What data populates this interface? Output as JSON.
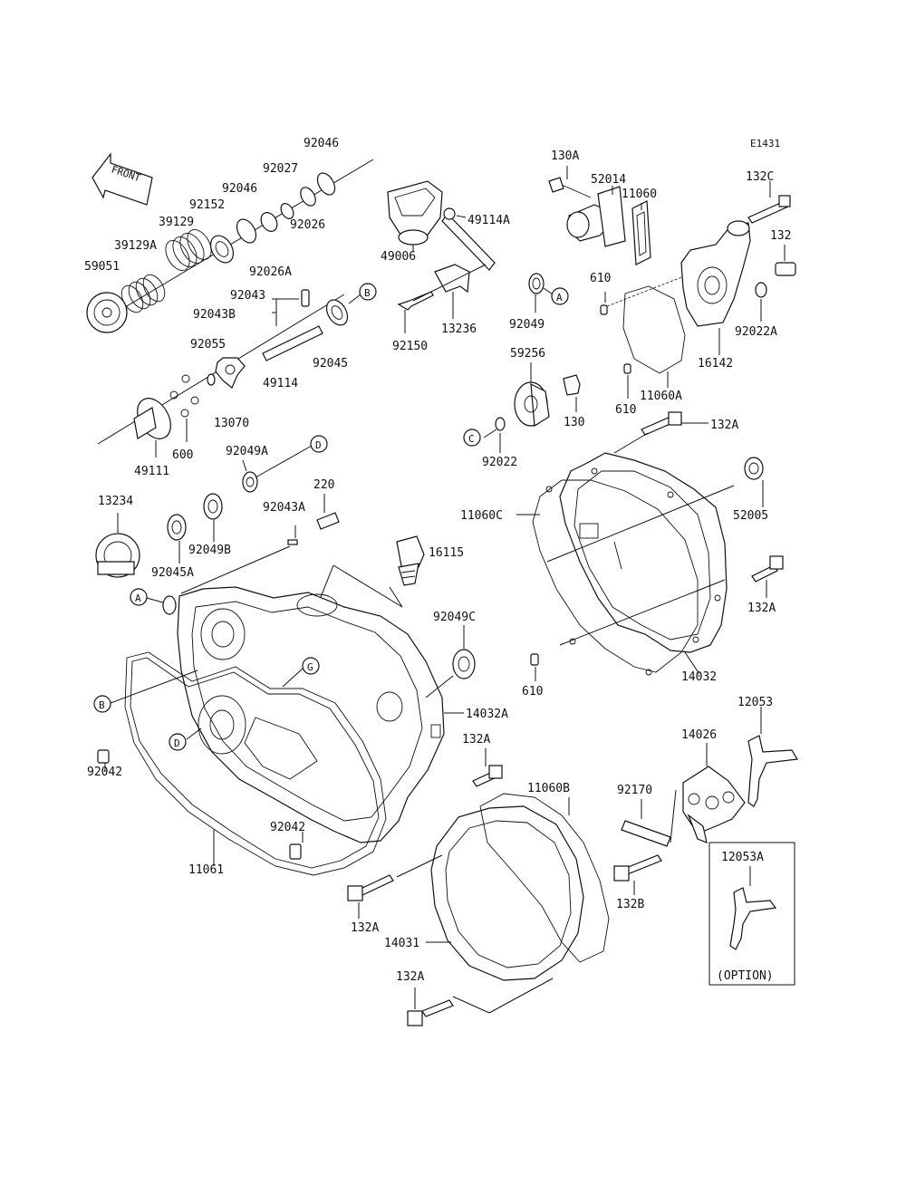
{
  "diagram_code": "E1431",
  "front_label": "FRONT",
  "callouts": [
    "A",
    "B",
    "C",
    "D",
    "G"
  ],
  "option_label": "(OPTION)",
  "part_labels": [
    "92046",
    "92027",
    "92046",
    "92152",
    "39129",
    "39129A",
    "59051",
    "92026",
    "92026A",
    "92043",
    "92043B",
    "92045",
    "49114",
    "92055",
    "13070",
    "49111",
    "600",
    "49006",
    "49114A",
    "92150",
    "13236",
    "92049",
    "130A",
    "52014",
    "11060",
    "132C",
    "132",
    "610",
    "92022A",
    "16142",
    "11060A",
    "610",
    "59256",
    "130",
    "92022",
    "132A",
    "92049A",
    "220",
    "92043A",
    "13234",
    "92049B",
    "92045A",
    "16115",
    "11060C",
    "52005",
    "132A",
    "610",
    "14032",
    "12053",
    "92049C",
    "14032A",
    "92042",
    "132A",
    "11060B",
    "14026",
    "92170",
    "92042",
    "11061",
    "132A",
    "14031",
    "132B",
    "12053A",
    "132A"
  ]
}
